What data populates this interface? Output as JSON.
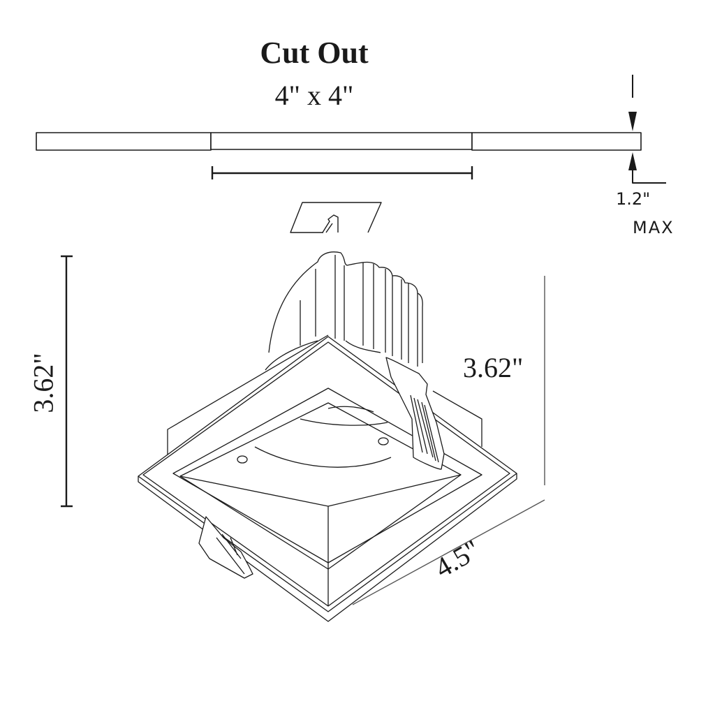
{
  "header": {
    "title": "Cut Out",
    "cutout_size": "4\" x 4\""
  },
  "dimensions": {
    "ceiling_thickness": {
      "value": "1.2\"",
      "qualifier": "MAX"
    },
    "height_left": "3.62\"",
    "height_right": "3.62\"",
    "trim_width": "4.5\""
  },
  "icons": {
    "ceiling_mount": "ceiling-mount-symbol-icon",
    "fixture": "square-recessed-downlight-drawing"
  },
  "colors": {
    "line": "#1a1a1a",
    "background": "#ffffff"
  }
}
